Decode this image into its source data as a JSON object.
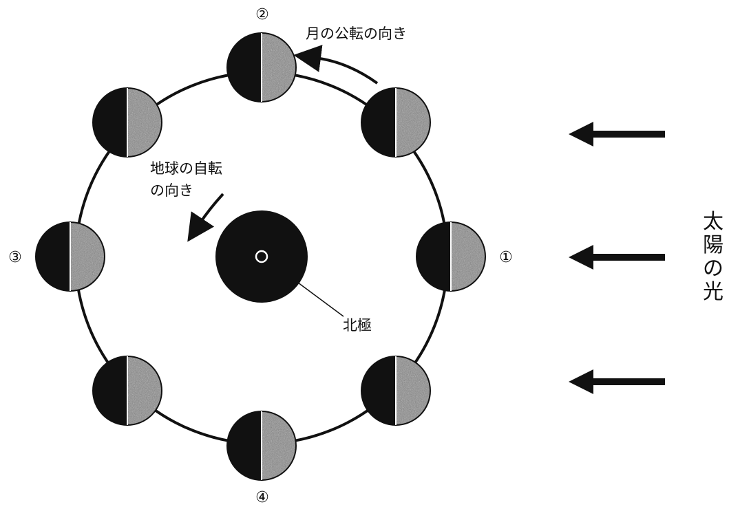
{
  "labels": {
    "orbit_direction": "月の公転の向き",
    "rotation_direction_line1": "地球の自転",
    "rotation_direction_line2": "の向き",
    "north_pole": "北極",
    "sunlight": [
      "太",
      "陽",
      "の",
      "光"
    ]
  },
  "moon_positions": [
    {
      "id": "1",
      "mark": "①"
    },
    {
      "id": "2",
      "mark": "②"
    },
    {
      "id": "3",
      "mark": "③"
    },
    {
      "id": "4",
      "mark": "④"
    }
  ],
  "colors": {
    "ink": "#111111",
    "lit_side": "#8a8a8a",
    "background": "#ffffff"
  }
}
